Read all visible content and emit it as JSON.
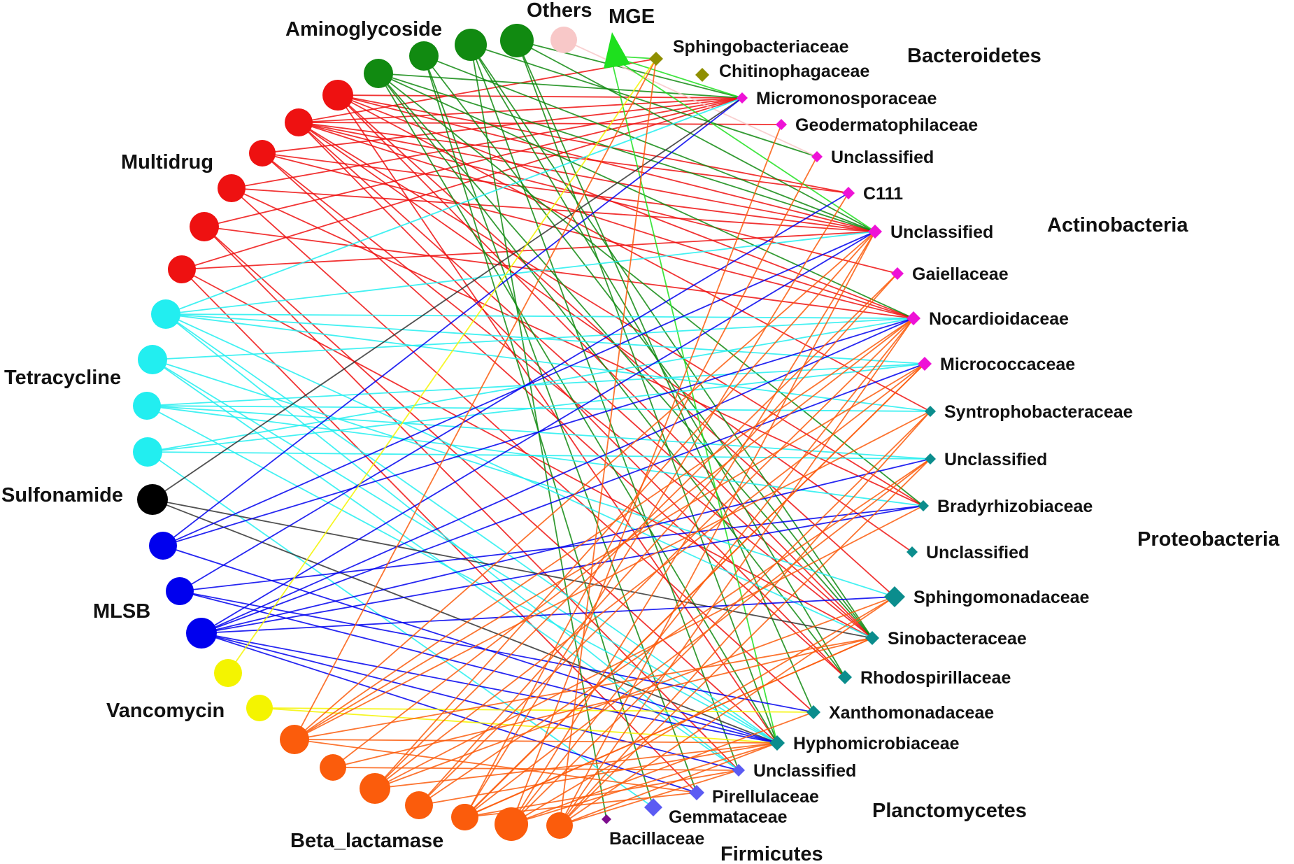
{
  "colors": {
    "Aminoglycoside": "#118a11",
    "Multidrug": "#ee1111",
    "Tetracycline": "#22eef0",
    "Sulfonamide": "#000000",
    "MLSB": "#0000ee",
    "Vancomycin": "#f4f400",
    "Beta_lactamase": "#fb5c0c",
    "Others": "#f8c8c8",
    "MGE": "#1ee01e",
    "Bacteroidetes": "#8f8f00",
    "Actinobacteria": "#ee12d6",
    "Proteobacteria": "#0b8d8d",
    "Planctomycetes": "#5b5bf3",
    "Firmicutes": "#7d0d8e"
  },
  "groups": {
    "Aminoglycoside": "Aminoglycoside",
    "Others": "Others",
    "MGE": "MGE",
    "Multidrug": "Multidrug",
    "Tetracycline": "Tetracycline",
    "Sulfonamide": "Sulfonamide",
    "MLSB": "MLSB",
    "Vancomycin": "Vancomycin",
    "Beta_lactamase": "Beta_lactamase"
  },
  "phyla": {
    "Bacteroidetes": "Bacteroidetes",
    "Actinobacteria": "Actinobacteria",
    "Proteobacteria": "Proteobacteria",
    "Planctomycetes": "Planctomycetes",
    "Firmicutes": "Firmicutes"
  },
  "taxa": [
    {
      "id": "sphingob",
      "label": "Sphingobacteriaceae",
      "phylum": "Bacteroidetes"
    },
    {
      "id": "chitino",
      "label": "Chitinophagaceae",
      "phylum": "Bacteroidetes"
    },
    {
      "id": "micromono",
      "label": "Micromonosporaceae",
      "phylum": "Actinobacteria"
    },
    {
      "id": "geoderm",
      "label": "Geodermatophilaceae",
      "phylum": "Actinobacteria"
    },
    {
      "id": "unclA1",
      "label": "Unclassified",
      "phylum": "Actinobacteria"
    },
    {
      "id": "c111",
      "label": "C111",
      "phylum": "Actinobacteria"
    },
    {
      "id": "unclA2",
      "label": "Unclassified",
      "phylum": "Actinobacteria"
    },
    {
      "id": "gaiell",
      "label": "Gaiellaceae",
      "phylum": "Actinobacteria"
    },
    {
      "id": "nocard",
      "label": "Nocardioidaceae",
      "phylum": "Actinobacteria"
    },
    {
      "id": "microc",
      "label": "Micrococcaceae",
      "phylum": "Actinobacteria"
    },
    {
      "id": "syntroph",
      "label": "Syntrophobacteraceae",
      "phylum": "Proteobacteria"
    },
    {
      "id": "unclP1",
      "label": "Unclassified",
      "phylum": "Proteobacteria"
    },
    {
      "id": "bradyrh",
      "label": "Bradyrhizobiaceae",
      "phylum": "Proteobacteria"
    },
    {
      "id": "unclP2",
      "label": "Unclassified",
      "phylum": "Proteobacteria"
    },
    {
      "id": "sphingom",
      "label": "Sphingomonadaceae",
      "phylum": "Proteobacteria"
    },
    {
      "id": "sinob",
      "label": "Sinobacteraceae",
      "phylum": "Proteobacteria"
    },
    {
      "id": "rhodosp",
      "label": "Rhodospirillaceae",
      "phylum": "Proteobacteria"
    },
    {
      "id": "xantho",
      "label": "Xanthomonadaceae",
      "phylum": "Proteobacteria"
    },
    {
      "id": "hyphom",
      "label": "Hyphomicrobiaceae",
      "phylum": "Proteobacteria"
    },
    {
      "id": "unclPl",
      "label": "Unclassified",
      "phylum": "Planctomycetes"
    },
    {
      "id": "pirell",
      "label": "Pirellulaceae",
      "phylum": "Planctomycetes"
    },
    {
      "id": "gemmat",
      "label": "Gemmataceae",
      "phylum": "Planctomycetes"
    },
    {
      "id": "bacill",
      "label": "Bacillaceae",
      "phylum": "Firmicutes"
    }
  ],
  "genes": [
    {
      "id": "mg1",
      "group": "Multidrug"
    },
    {
      "id": "mg2",
      "group": "Multidrug"
    },
    {
      "id": "mg3",
      "group": "Multidrug"
    },
    {
      "id": "mg4",
      "group": "Multidrug"
    },
    {
      "id": "mg5",
      "group": "Multidrug"
    },
    {
      "id": "mg6",
      "group": "Multidrug"
    },
    {
      "id": "am1",
      "group": "Aminoglycoside"
    },
    {
      "id": "am2",
      "group": "Aminoglycoside"
    },
    {
      "id": "am3",
      "group": "Aminoglycoside"
    },
    {
      "id": "am4",
      "group": "Aminoglycoside"
    },
    {
      "id": "ot1",
      "group": "Others"
    },
    {
      "id": "mge1",
      "group": "MGE"
    },
    {
      "id": "te1",
      "group": "Tetracycline"
    },
    {
      "id": "te2",
      "group": "Tetracycline"
    },
    {
      "id": "te3",
      "group": "Tetracycline"
    },
    {
      "id": "te4",
      "group": "Tetracycline"
    },
    {
      "id": "su1",
      "group": "Sulfonamide"
    },
    {
      "id": "ml1",
      "group": "MLSB"
    },
    {
      "id": "ml2",
      "group": "MLSB"
    },
    {
      "id": "ml3",
      "group": "MLSB"
    },
    {
      "id": "va1",
      "group": "Vancomycin"
    },
    {
      "id": "va2",
      "group": "Vancomycin"
    },
    {
      "id": "bl1",
      "group": "Beta_lactamase"
    },
    {
      "id": "bl2",
      "group": "Beta_lactamase"
    },
    {
      "id": "bl3",
      "group": "Beta_lactamase"
    },
    {
      "id": "bl4",
      "group": "Beta_lactamase"
    },
    {
      "id": "bl5",
      "group": "Beta_lactamase"
    },
    {
      "id": "bl6",
      "group": "Beta_lactamase"
    },
    {
      "id": "bl7",
      "group": "Beta_lactamase"
    },
    {
      "id": "bl8",
      "group": "Beta_lactamase"
    }
  ],
  "edges": [
    [
      "mg1",
      "micromono"
    ],
    [
      "mg1",
      "unclA2"
    ],
    [
      "mg1",
      "nocard"
    ],
    [
      "mg1",
      "sphingom"
    ],
    [
      "mg1",
      "sinob"
    ],
    [
      "mg1",
      "hyphom"
    ],
    [
      "mg1",
      "c111"
    ],
    [
      "mg1",
      "syntroph"
    ],
    [
      "mg2",
      "micromono"
    ],
    [
      "mg2",
      "geoderm"
    ],
    [
      "mg2",
      "c111"
    ],
    [
      "mg2",
      "unclA2"
    ],
    [
      "mg2",
      "gaiell"
    ],
    [
      "mg2",
      "nocard"
    ],
    [
      "mg2",
      "bradyrh"
    ],
    [
      "mg2",
      "unclP2"
    ],
    [
      "mg2",
      "sinob"
    ],
    [
      "mg2",
      "rhodosp"
    ],
    [
      "mg2",
      "sphingob"
    ],
    [
      "mg3",
      "micromono"
    ],
    [
      "mg3",
      "unclA2"
    ],
    [
      "mg3",
      "sinob"
    ],
    [
      "mg3",
      "rhodosp"
    ],
    [
      "mg3",
      "nocard"
    ],
    [
      "mg4",
      "micromono"
    ],
    [
      "mg4",
      "unclA2"
    ],
    [
      "mg4",
      "bradyrh"
    ],
    [
      "mg4",
      "xantho"
    ],
    [
      "mg5",
      "micromono"
    ],
    [
      "mg5",
      "nocard"
    ],
    [
      "mg5",
      "hyphom"
    ],
    [
      "mg5",
      "unclPl"
    ],
    [
      "mg6",
      "micromono"
    ],
    [
      "mg6",
      "unclA2"
    ],
    [
      "mg6",
      "sinob"
    ],
    [
      "mg6",
      "pirell"
    ],
    [
      "am1",
      "unclA2"
    ],
    [
      "am1",
      "nocard"
    ],
    [
      "am1",
      "sinob"
    ],
    [
      "am1",
      "rhodosp"
    ],
    [
      "am1",
      "bradyrh"
    ],
    [
      "am1",
      "hyphom"
    ],
    [
      "am1",
      "micromono"
    ],
    [
      "am2",
      "unclA2"
    ],
    [
      "am2",
      "sinob"
    ],
    [
      "am2",
      "gemmat"
    ],
    [
      "am2",
      "pirell"
    ],
    [
      "am3",
      "unclA1"
    ],
    [
      "am3",
      "sinob"
    ],
    [
      "am3",
      "bacill"
    ],
    [
      "am3",
      "unclPl"
    ],
    [
      "am3",
      "rhodosp"
    ],
    [
      "am4",
      "micromono"
    ],
    [
      "am4",
      "unclA2"
    ],
    [
      "am4",
      "hyphom"
    ],
    [
      "am4",
      "xantho"
    ],
    [
      "ot1",
      "unclA1"
    ],
    [
      "mge1",
      "micromono"
    ],
    [
      "mge1",
      "sphingob"
    ],
    [
      "mge1",
      "unclA2"
    ],
    [
      "mge1",
      "hyphom"
    ],
    [
      "te1",
      "micromono"
    ],
    [
      "te1",
      "nocard"
    ],
    [
      "te1",
      "syntroph"
    ],
    [
      "te1",
      "sinob"
    ],
    [
      "te1",
      "hyphom"
    ],
    [
      "te1",
      "unclPl"
    ],
    [
      "te1",
      "microc"
    ],
    [
      "te1",
      "unclA2"
    ],
    [
      "te2",
      "nocard"
    ],
    [
      "te2",
      "sphingom"
    ],
    [
      "te2",
      "hyphom"
    ],
    [
      "te2",
      "unclPl"
    ],
    [
      "te3",
      "microc"
    ],
    [
      "te3",
      "syntroph"
    ],
    [
      "te3",
      "unclP1"
    ],
    [
      "te3",
      "bradyrh"
    ],
    [
      "te3",
      "hyphom"
    ],
    [
      "te4",
      "nocard"
    ],
    [
      "te4",
      "microc"
    ],
    [
      "te4",
      "unclP1"
    ],
    [
      "te4",
      "gemmat"
    ],
    [
      "su1",
      "micromono"
    ],
    [
      "su1",
      "sinob"
    ],
    [
      "su1",
      "hyphom"
    ],
    [
      "ml1",
      "micromono"
    ],
    [
      "ml1",
      "unclA2"
    ],
    [
      "ml1",
      "nocard"
    ],
    [
      "ml1",
      "hyphom"
    ],
    [
      "ml2",
      "c111"
    ],
    [
      "ml2",
      "bradyrh"
    ],
    [
      "ml2",
      "hyphom"
    ],
    [
      "ml2",
      "xantho"
    ],
    [
      "ml3",
      "unclA2"
    ],
    [
      "ml3",
      "nocard"
    ],
    [
      "ml3",
      "microc"
    ],
    [
      "ml3",
      "unclP1"
    ],
    [
      "ml3",
      "bradyrh"
    ],
    [
      "ml3",
      "sphingom"
    ],
    [
      "ml3",
      "hyphom"
    ],
    [
      "ml3",
      "unclPl"
    ],
    [
      "ml3",
      "pirell"
    ],
    [
      "va1",
      "sphingob"
    ],
    [
      "va2",
      "xantho"
    ],
    [
      "va2",
      "hyphom"
    ],
    [
      "bl1",
      "unclA2"
    ],
    [
      "bl1",
      "nocard"
    ],
    [
      "bl1",
      "microc"
    ],
    [
      "bl1",
      "syntroph"
    ],
    [
      "bl1",
      "sinob"
    ],
    [
      "bl1",
      "hyphom"
    ],
    [
      "bl1",
      "pirell"
    ],
    [
      "bl1",
      "sphingob"
    ],
    [
      "bl2",
      "nocard"
    ],
    [
      "bl2",
      "sinob"
    ],
    [
      "bl2",
      "unclPl"
    ],
    [
      "bl3",
      "unclA2"
    ],
    [
      "bl3",
      "gaiell"
    ],
    [
      "bl3",
      "microc"
    ],
    [
      "bl3",
      "bradyrh"
    ],
    [
      "bl3",
      "sphingom"
    ],
    [
      "bl3",
      "hyphom"
    ],
    [
      "bl4",
      "gaiell"
    ],
    [
      "bl4",
      "nocard"
    ],
    [
      "bl4",
      "unclP1"
    ],
    [
      "bl4",
      "hyphom"
    ],
    [
      "bl5",
      "c111"
    ],
    [
      "bl5",
      "microc"
    ],
    [
      "bl5",
      "sinob"
    ],
    [
      "bl5",
      "unclPl"
    ],
    [
      "bl6",
      "unclA2"
    ],
    [
      "bl6",
      "nocard"
    ],
    [
      "bl6",
      "syntroph"
    ],
    [
      "bl6",
      "sphingom"
    ],
    [
      "bl6",
      "xantho"
    ],
    [
      "bl6",
      "hyphom"
    ],
    [
      "bl6",
      "geoderm"
    ],
    [
      "bl7",
      "unclA1"
    ],
    [
      "bl7",
      "microc"
    ],
    [
      "bl7",
      "unclP1"
    ],
    [
      "bl7",
      "sinob"
    ],
    [
      "bl7",
      "pirell"
    ],
    [
      "bl8",
      "unclA2"
    ],
    [
      "bl8",
      "nocard"
    ],
    [
      "bl8",
      "syntroph"
    ],
    [
      "bl8",
      "unclP1"
    ],
    [
      "bl8",
      "sphingom"
    ],
    [
      "bl8",
      "hyphom"
    ],
    [
      "bl8",
      "unclPl"
    ],
    [
      "bl8",
      "sphingob"
    ]
  ]
}
